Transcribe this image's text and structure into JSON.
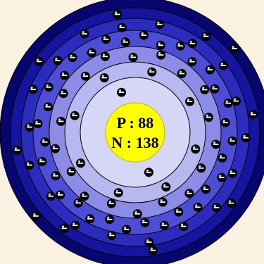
{
  "nucleus": {
    "protons_label": "P : 88",
    "neutrons_label": "N : 138",
    "protons": 88,
    "neutrons": 138
  },
  "electron": {
    "symbol": "−"
  },
  "shells": [
    {
      "electrons": 2,
      "color": "#d6d6f7"
    },
    {
      "electrons": 8,
      "color": "#b8b8f0"
    },
    {
      "electrons": 18,
      "color": "#8c8ce6"
    },
    {
      "electrons": 32,
      "color": "#4d4dd6"
    },
    {
      "electrons": 18,
      "color": "#2b2bbd"
    },
    {
      "electrons": 8,
      "color": "#1515a0"
    },
    {
      "electrons": 2,
      "color": "#06066e"
    }
  ],
  "colors": {
    "background": "#fbf1e0",
    "nucleus": "#ffff00",
    "electron_fill": "#000000",
    "electron_highlight": "#ffffff",
    "shell_stroke": "#000000"
  }
}
